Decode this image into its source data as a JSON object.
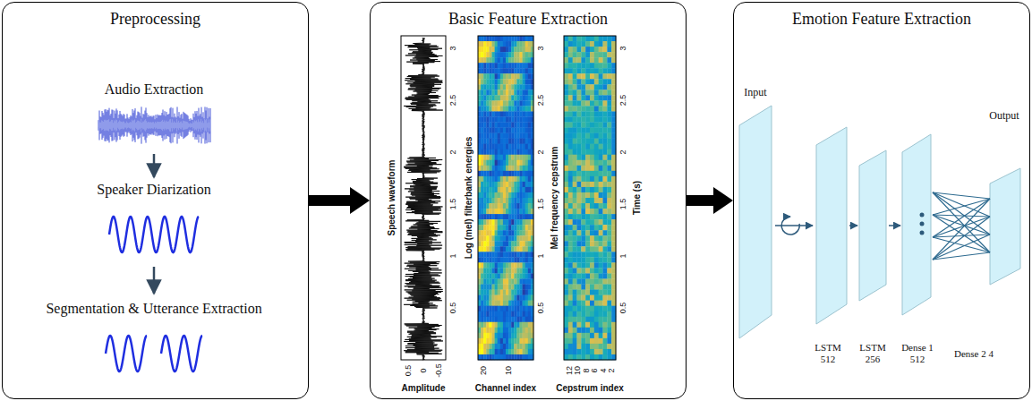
{
  "diagram": {
    "nodes": [
      {
        "text": [
          "Preprocessing"
        ]
      },
      {
        "text": [
          "Basic Feature Extraction"
        ]
      },
      {
        "text": [
          "Emotion Feature Extraction"
        ]
      }
    ],
    "edges": [
      {
        "from": 0,
        "to": 1,
        "arrow": "to"
      },
      {
        "from": 1,
        "to": 2,
        "arrow": "to"
      }
    ],
    "labels": [
      "Audio Extraction",
      "Speaker Diarization",
      "Segmentation & Utterance Extraction",
      "Speech waveform",
      "Log (mel) filterbank energies",
      "Mel frequency cepstrum",
      "Time (s)",
      "Amplitude",
      "Channel index",
      "Cepstrum index",
      "3",
      "2.5",
      "2",
      "1.5",
      "1",
      "0.5",
      "3",
      "2.5",
      "2",
      "1.5",
      "1",
      "0.5",
      "3",
      "2.5",
      "2",
      "1.5",
      "1",
      "0.5",
      "0.5",
      "0",
      "-0.5",
      "20",
      "10",
      "12",
      "10",
      "8",
      "6",
      "4",
      "2",
      "Input",
      "Output",
      "LSTM 512",
      "LSTM 256",
      "Dense 1 512",
      "Dense 2 4"
    ]
  }
}
